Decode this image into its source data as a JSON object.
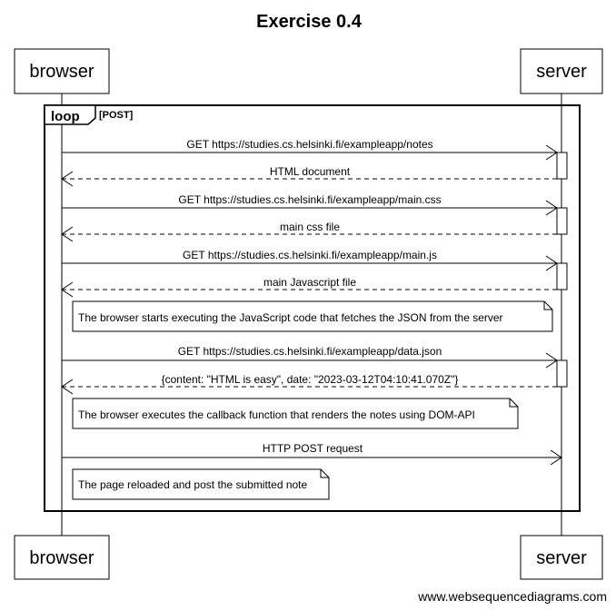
{
  "title": "Exercise 0.4",
  "actors": {
    "left_top": "browser",
    "right_top": "server",
    "left_bottom": "browser",
    "right_bottom": "server"
  },
  "loop": {
    "keyword": "loop",
    "condition": "[POST]"
  },
  "messages": [
    {
      "label": "GET https://studies.cs.helsinki.fi/exampleapp/notes",
      "direction": "request"
    },
    {
      "label": "HTML document",
      "direction": "response"
    },
    {
      "label": "GET https://studies.cs.helsinki.fi/exampleapp/main.css",
      "direction": "request"
    },
    {
      "label": "main css file",
      "direction": "response"
    },
    {
      "label": "GET https://studies.cs.helsinki.fi/exampleapp/main.js",
      "direction": "request"
    },
    {
      "label": "main Javascript file",
      "direction": "response"
    },
    {
      "label": "GET https://studies.cs.helsinki.fi/exampleapp/data.json",
      "direction": "request"
    },
    {
      "label": "{content: \"HTML is easy\", date: \"2023-03-12T04:10:41.070Z\"}",
      "direction": "response"
    },
    {
      "label": "HTTP POST request",
      "direction": "request"
    }
  ],
  "notes": [
    "The browser starts executing the JavaScript code that fetches the JSON from the server",
    "The browser executes the callback function that renders the notes using DOM-API",
    "The page reloaded and post the submitted note"
  ],
  "watermark": "www.websequencediagrams.com"
}
